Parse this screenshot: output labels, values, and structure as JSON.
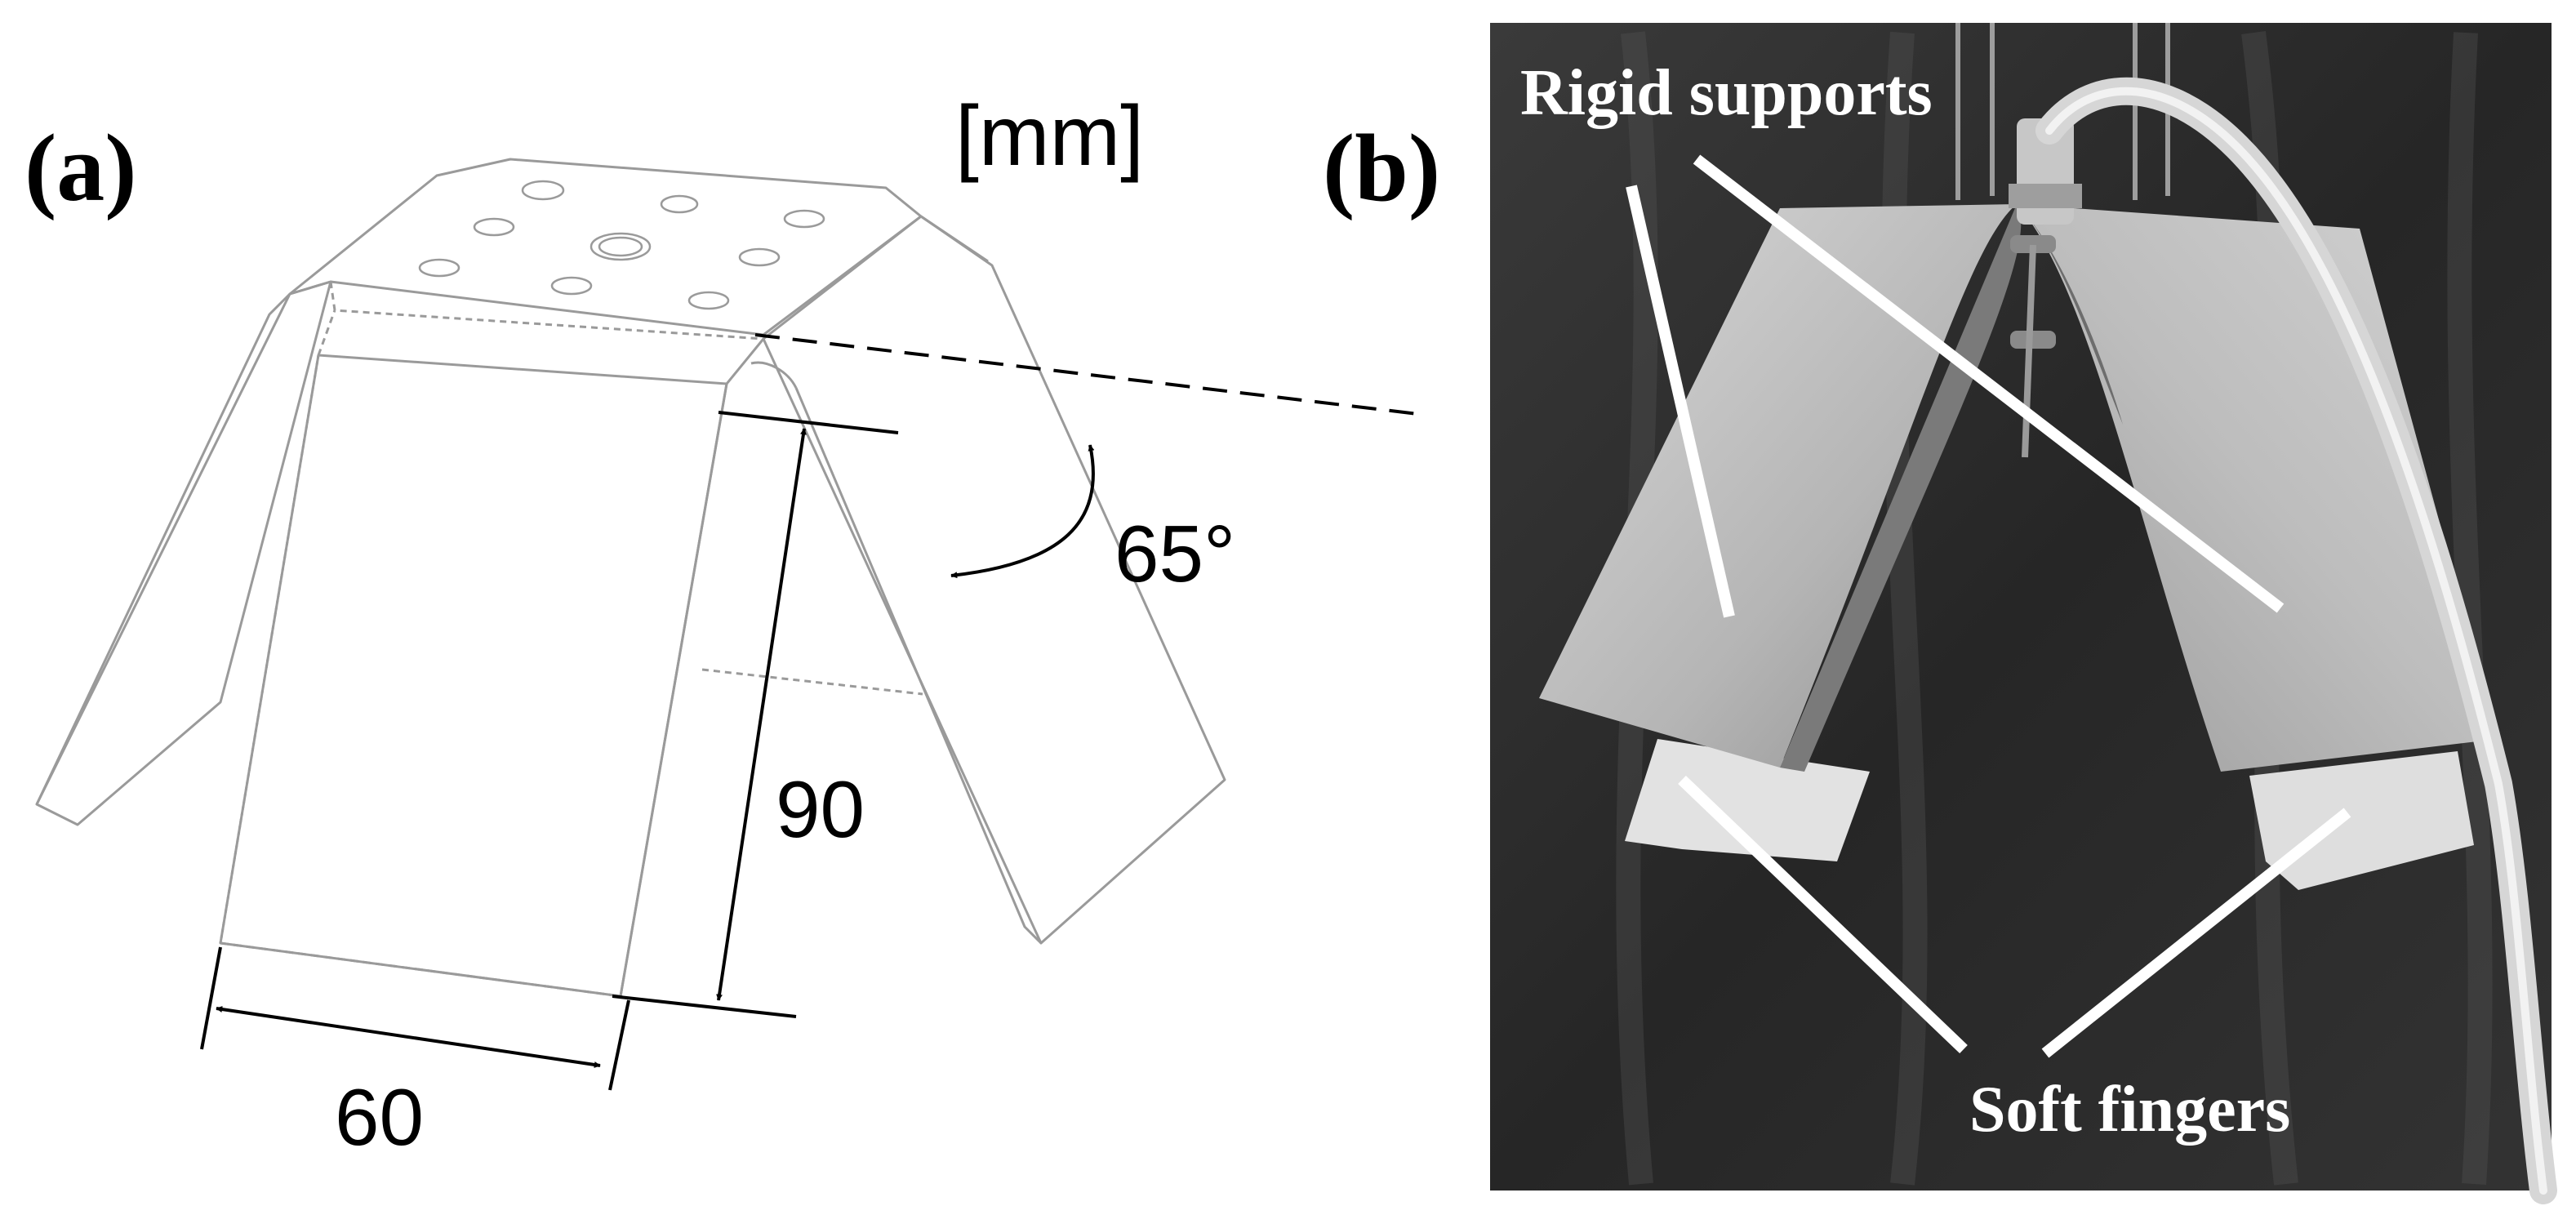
{
  "panel_a": {
    "label": "(a)",
    "unit": "[mm]",
    "dims": {
      "angle": "65°",
      "height": "90",
      "width": "60"
    }
  },
  "panel_b": {
    "label": "(b)",
    "annotations": {
      "rigid": "Rigid supports",
      "soft": "Soft fingers"
    }
  },
  "colors": {
    "drawing_line": "#9a9a9a",
    "dimension_line": "#000000",
    "photo_background": "#2f2f2f",
    "support_metal": "#c9c9c9",
    "finger_white": "#e4e4e4",
    "annotation_line": "#ffffff"
  }
}
